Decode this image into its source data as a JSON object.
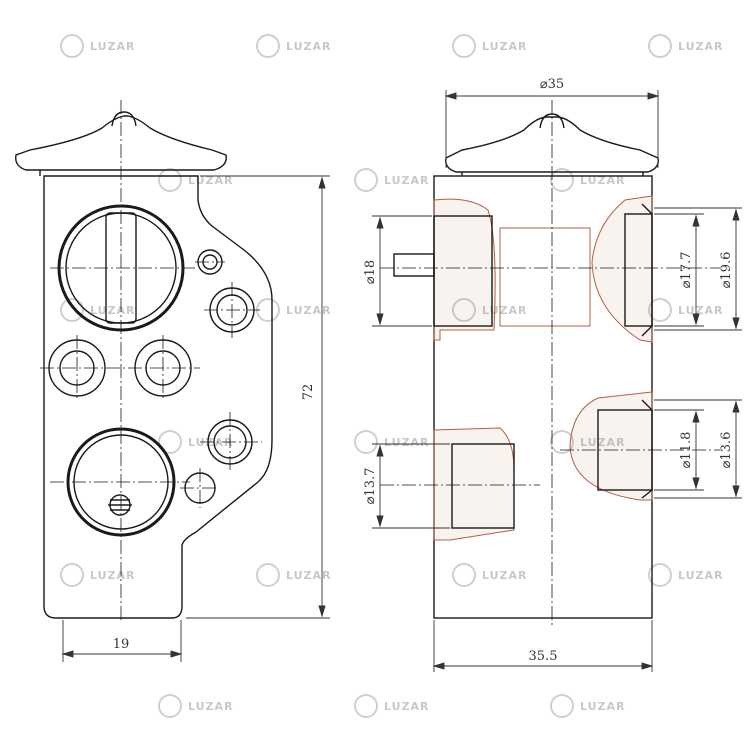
{
  "watermark": {
    "brand": "LUZAR",
    "color": "#cccccc"
  },
  "colors": {
    "outline": "#1a1a1a",
    "dimension": "#333333",
    "hatch": "#b06040",
    "background": "#ffffff"
  },
  "front_view": {
    "dim_height": "72",
    "dim_width": "19"
  },
  "side_view": {
    "dim_top_diameter": "⌀35",
    "dim_bottom_width": "35.5",
    "dim_left_upper_port": "⌀18",
    "dim_left_lower_port": "⌀13.7",
    "dim_right_upper_inner": "⌀17.7",
    "dim_right_upper_outer": "⌀19.6",
    "dim_right_lower_inner": "⌀11.8",
    "dim_right_lower_outer": "⌀13.6"
  }
}
